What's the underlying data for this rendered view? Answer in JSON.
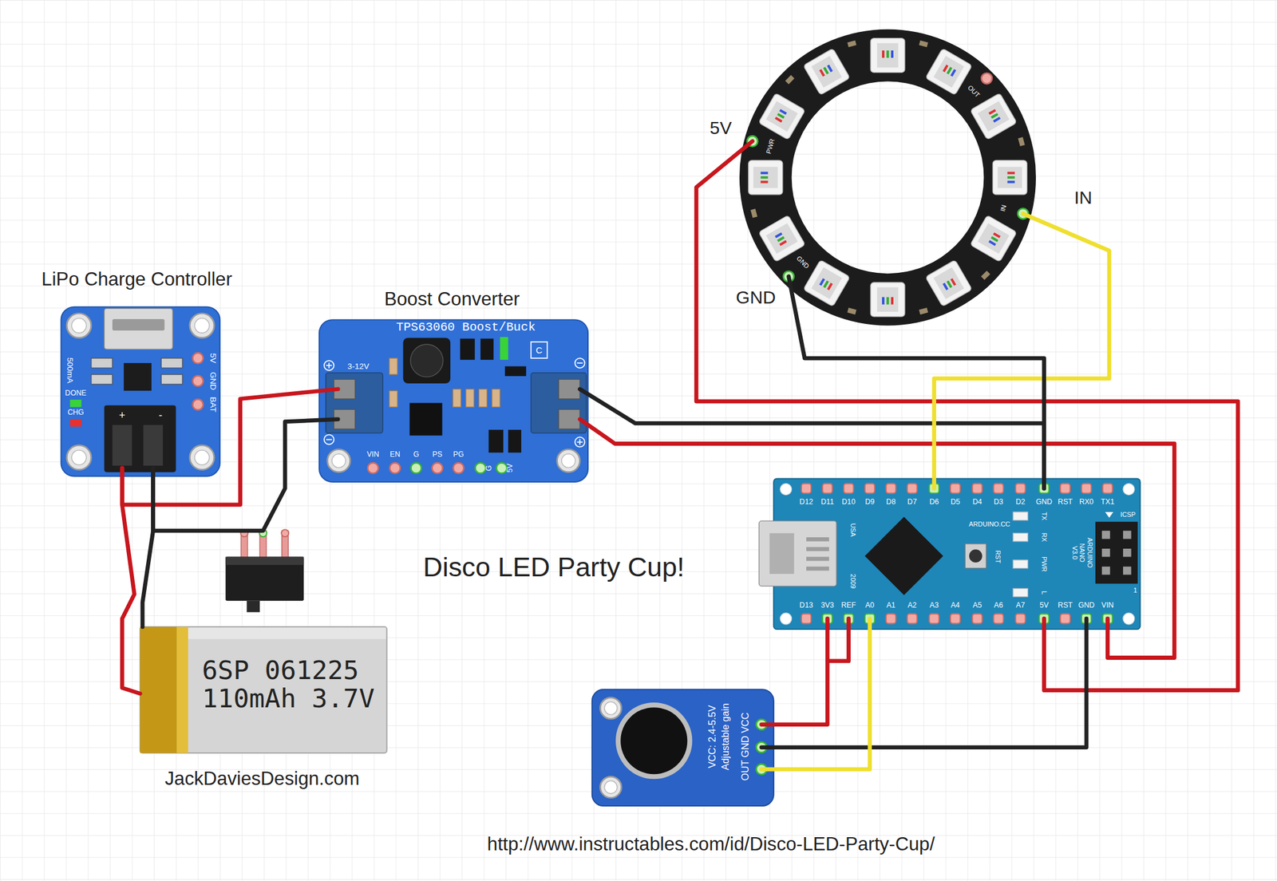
{
  "diagram": {
    "title": "Disco LED Party Cup!",
    "nodes": [
      {
        "text": [
          "PWR",
          "OUT",
          "IN",
          "GND"
        ]
      },
      {
        "text": [
          "LiPo Charge Controller",
          "5V",
          "GND",
          "BAT",
          "500mA",
          "DONE",
          "CHG",
          "+",
          "-"
        ]
      },
      {
        "text": [
          "Boost Converter",
          "TPS63060 Boost/Buck",
          "3-12V",
          "C",
          "VIN",
          "EN",
          "G",
          "PS",
          "PG",
          "G",
          "5V"
        ]
      },
      {
        "text": [
          "D12",
          "D11",
          "D10",
          "D9",
          "D8",
          "D7",
          "D6",
          "D5",
          "D4",
          "D3",
          "D2",
          "GND",
          "RST",
          "RX0",
          "TX1",
          "D13",
          "3V3",
          "REF",
          "A0",
          "A1",
          "A2",
          "A3",
          "A4",
          "A5",
          "A6",
          "A7",
          "5V",
          "RST",
          "GND",
          "VIN",
          "USA",
          "2009",
          "ARDUINO.CC",
          "RST",
          "TX",
          "RX",
          "PWR",
          "L",
          "ARDUINO NANO V3.0",
          "ICSP",
          "1"
        ]
      },
      {
        "text": [
          "6SP 061225 110mAh 3.7V"
        ]
      },
      {
        "text": [
          "VCC: 2.4-5.5V",
          "Adjustable gain",
          "OUT GND VCC"
        ]
      }
    ],
    "edges": [
      {
        "from": 1,
        "to": 4,
        "arrow": "none"
      },
      {
        "from": 1,
        "to": 4,
        "arrow": "none"
      },
      {
        "from": 1,
        "to": 2,
        "arrow": "none"
      },
      {
        "from": 1,
        "to": 2,
        "arrow": "none"
      },
      {
        "from": 2,
        "to": 3,
        "arrow": "none"
      },
      {
        "from": 2,
        "to": 3,
        "arrow": "none"
      },
      {
        "from": 0,
        "to": 3,
        "arrow": "none"
      },
      {
        "from": 0,
        "to": 3,
        "arrow": "none"
      },
      {
        "from": 0,
        "to": 3,
        "arrow": "none"
      },
      {
        "from": 5,
        "to": 3,
        "arrow": "none"
      },
      {
        "from": 5,
        "to": 3,
        "arrow": "none"
      },
      {
        "from": 5,
        "to": 3,
        "arrow": "none"
      }
    ],
    "labels": [
      "5V",
      "IN",
      "GND",
      "JackDaviesDesign.com",
      "http://www.instructables.com/id/Disco-LED-Party-Cup/"
    ]
  }
}
